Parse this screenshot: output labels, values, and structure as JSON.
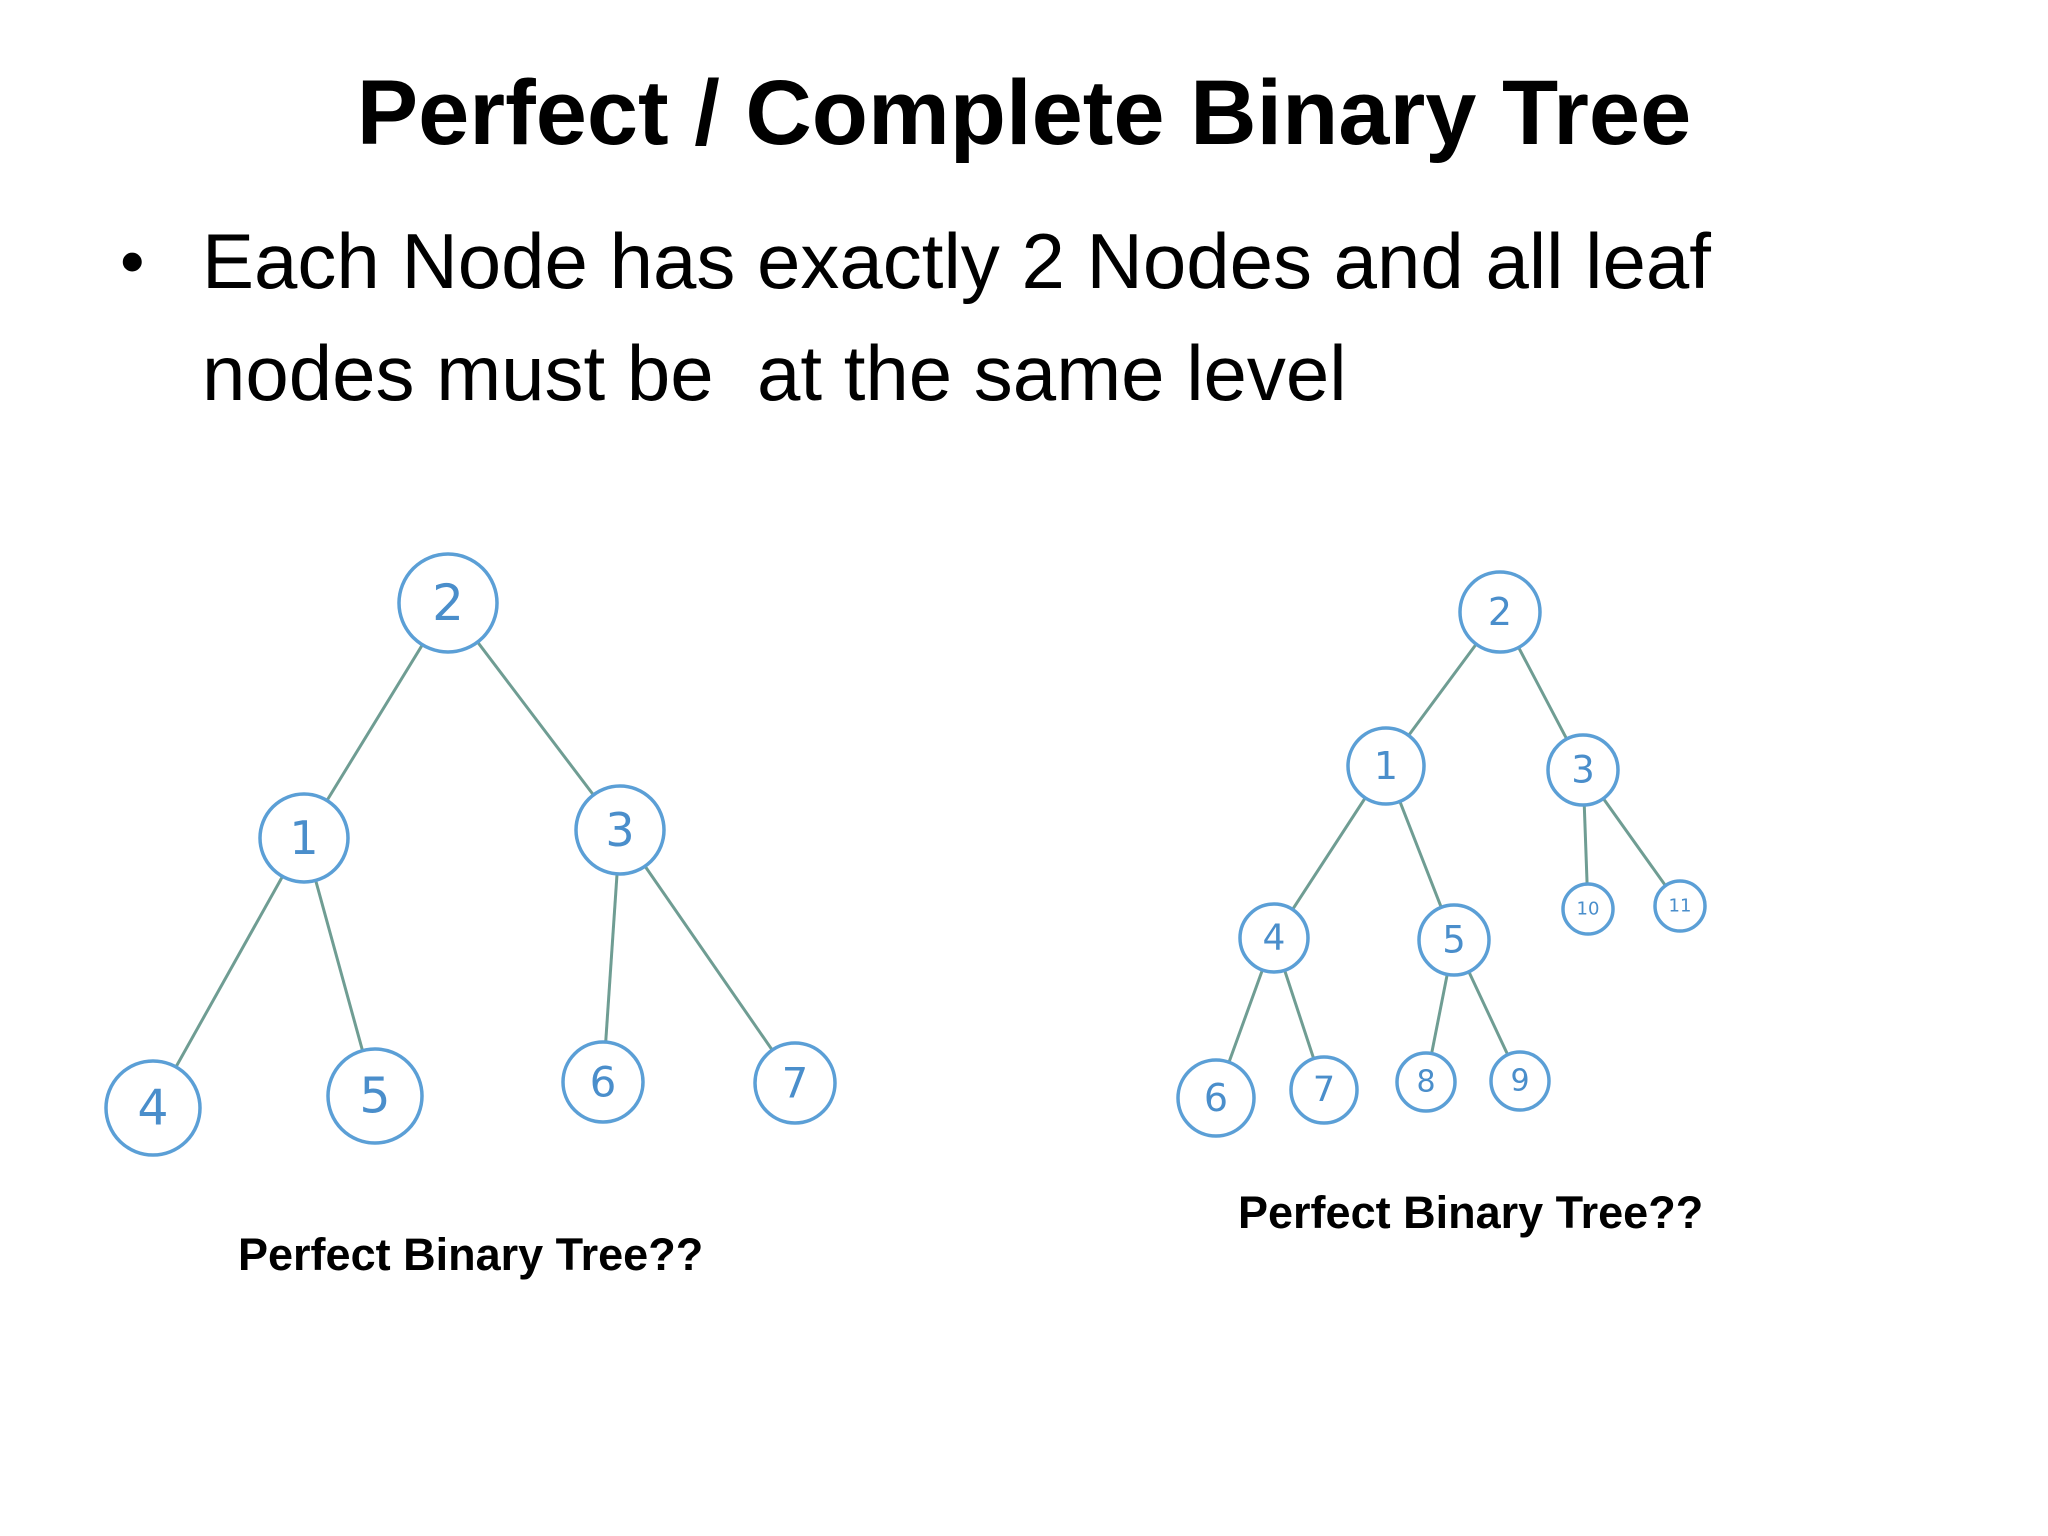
{
  "title": "Perfect / Complete Binary Tree",
  "bullet": {
    "marker": "•",
    "lines": [
      "Each Node has exactly 2 Nodes and all leaf",
      "nodes must be  at the same level"
    ]
  },
  "colors": {
    "node_stroke": "#5b9fd6",
    "node_text": "#4a8ecb",
    "edge": "#6f9d93"
  },
  "diagrams": [
    {
      "caption": "Perfect Binary Tree??",
      "nodes": [
        "2",
        "1",
        "3",
        "4",
        "5",
        "6",
        "7"
      ],
      "edges": [
        [
          "2",
          "1"
        ],
        [
          "2",
          "3"
        ],
        [
          "1",
          "4"
        ],
        [
          "1",
          "5"
        ],
        [
          "3",
          "6"
        ],
        [
          "3",
          "7"
        ]
      ]
    },
    {
      "caption": "Perfect Binary Tree??",
      "nodes": [
        "2",
        "1",
        "3",
        "4",
        "5",
        "10",
        "11",
        "6",
        "7",
        "8",
        "9"
      ],
      "edges": [
        [
          "2",
          "1"
        ],
        [
          "2",
          "3"
        ],
        [
          "1",
          "4"
        ],
        [
          "1",
          "5"
        ],
        [
          "3",
          "10"
        ],
        [
          "3",
          "11"
        ],
        [
          "4",
          "6"
        ],
        [
          "4",
          "7"
        ],
        [
          "5",
          "8"
        ],
        [
          "5",
          "9"
        ]
      ]
    }
  ]
}
